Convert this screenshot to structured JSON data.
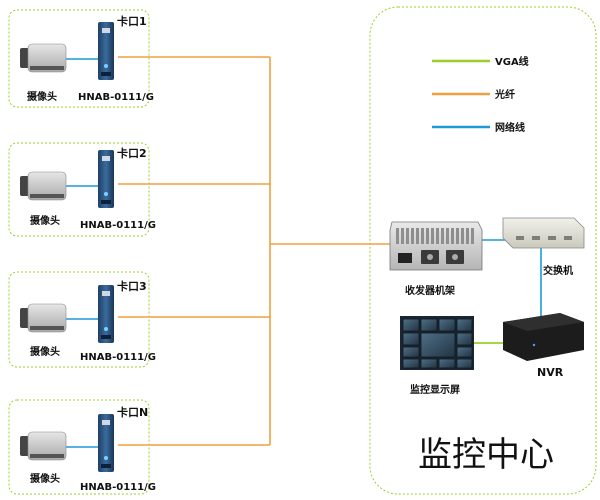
{
  "title": "监控中心",
  "legend": [
    {
      "label": "VGA线",
      "color": "#9ccf2a"
    },
    {
      "label": "光纤",
      "color": "#f0a040"
    },
    {
      "label": "网络线",
      "color": "#1c9ad6"
    }
  ],
  "sites": [
    {
      "port": "卡口1",
      "camera": "摄像头",
      "device": "HNAB-0111/G"
    },
    {
      "port": "卡口2",
      "camera": "摄像头",
      "device": "HNAB-0111/G"
    },
    {
      "port": "卡口3",
      "camera": "摄像头",
      "device": "HNAB-0111/G"
    },
    {
      "port": "卡口N",
      "camera": "摄像头",
      "device": "HNAB-0111/G"
    }
  ],
  "center": {
    "chassis": "收发器机架",
    "switch": "交换机",
    "monitor": "监控显示屏",
    "nvr": "NVR"
  }
}
